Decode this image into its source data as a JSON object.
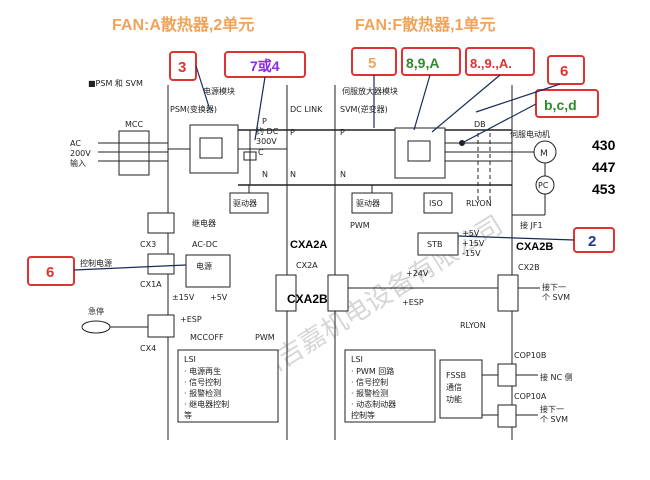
{
  "header": {
    "left": "FAN:A散热器,2单元",
    "right": "FAN:F散热器,1单元"
  },
  "legend_label": "■PSM 和 SVM",
  "modules": {
    "power_module": "电源模块",
    "psm": "PSM(变换器)",
    "servo_amp_module": "伺服放大器模块",
    "svm": "SVM(逆变器)",
    "dc_link": "DC LINK",
    "db": "DB",
    "servo_motor": "伺服电动机",
    "m": "M",
    "pc": "PC",
    "jf1": "接 JF1"
  },
  "labels": {
    "mcc": "MCC",
    "ac_input_1": "AC",
    "ac_input_2": "200V",
    "ac_input_3": "输入",
    "dc300_1": "约 DC",
    "dc300_2": "300V",
    "p1": "P",
    "p2": "P",
    "p3": "P",
    "n1": "N",
    "n2": "N",
    "n3": "N",
    "c": "C",
    "driver_psm": "驱动器",
    "driver_svm": "驱动器",
    "iso": "ISO",
    "rlyon": "RLYON",
    "rlyon2": "RLYON",
    "relay": "继电器",
    "acdc": "AC-DC",
    "power": "电源",
    "cx3": "CX3",
    "cx1a": "CX1A",
    "cx4": "CX4",
    "p15v": "±15V",
    "p5v": "+5V",
    "esp": "+ESP",
    "esp2": "+ESP",
    "emergency": "急停",
    "mccoff": "MCCOFF",
    "pwm1": "PWM",
    "pwm2": "PWM",
    "cxa2a": "CXA2A",
    "cx2a": "CX2A",
    "cxa2b_big": "CXA2B",
    "cxa2b_right": "CXA2B",
    "cx2b": "CX2B",
    "stb": "STB",
    "v5": "+5V",
    "v15p": "+15V",
    "v15n": "-15V",
    "v24": "+24V",
    "next_svm_1": "接下一",
    "next_svm_2": "个 SVM",
    "next_svm_3": "接下一",
    "next_svm_4": "个 SVM",
    "cop10b": "COP10B",
    "cop10a": "COP10A",
    "to_nc": "接 NC 侧",
    "fssb_1": "FSSB",
    "fssb_2": "通信",
    "fssb_3": "功能",
    "lsi_left_title": "LSI",
    "lsi_left_1": "· 电源再生",
    "lsi_left_2": "· 信号控制",
    "lsi_left_3": "· 报警检测",
    "lsi_left_4": "· 继电器控制",
    "lsi_left_5": "  等",
    "lsi_right_title": "LSI",
    "lsi_right_1": "· PWM 回路",
    "lsi_right_2": "· 信号控制",
    "lsi_right_3": "· 报警检测",
    "lsi_right_4": "· 动态制动器",
    "lsi_right_5": "  控制等",
    "model_1": "430",
    "model_2": "447",
    "model_3": "453"
  },
  "callouts": {
    "c3": "3",
    "c7or4": "7或4",
    "c5": "5",
    "c89a": "8,9,A",
    "c89a2": "8.,9.,A.",
    "c6_top": "6",
    "cbcd": "b,c,d",
    "c2": "2",
    "c6_left": "6",
    "control_power": "控制电源"
  },
  "watermark": "苏州吉嘉机电设备有限公司"
}
